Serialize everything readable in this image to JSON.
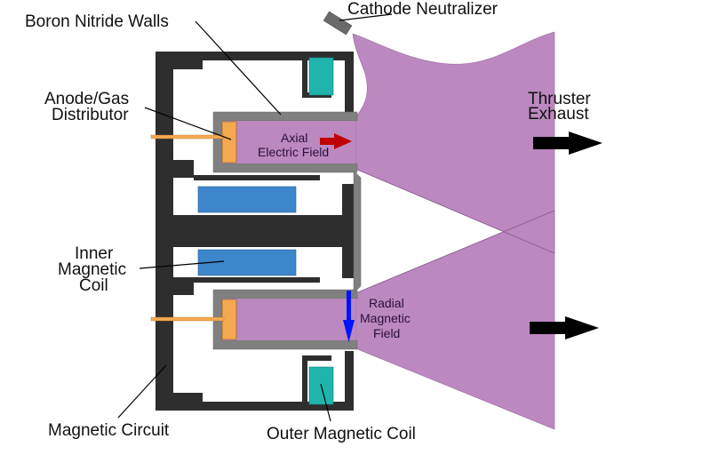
{
  "title": "Hall Effect Thruster Cross-Section",
  "colors": {
    "plasma": "#bb88bf",
    "magnetic_circuit": "#2e2e2e",
    "boron_nitride": "#808080",
    "anode": "#f5a94f",
    "outer_coil": "#1fb5ad",
    "inner_coil": "#3d86cc",
    "electric_field_arrow": "#c00000",
    "magnetic_field_arrow": "#0014ff",
    "exhaust_arrow": "#000000"
  },
  "labels": {
    "cathode_neutralizer": "Cathode Neutralizer",
    "boron_nitride_walls": "Boron Nitride Walls",
    "anode_gas_distributor_line1": "Anode/Gas",
    "anode_gas_distributor_line2": "Distributor",
    "axial_electric_field_line1": "Axial",
    "axial_electric_field_line2": "Electric Field",
    "thruster_exhaust_line1": "Thruster",
    "thruster_exhaust_line2": "Exhaust",
    "inner_magnetic_coil_line1": "Inner",
    "inner_magnetic_coil_line2": "Magnetic",
    "inner_magnetic_coil_line3": "Coil",
    "radial_magnetic_field_line1": "Radial",
    "radial_magnetic_field_line2": "Magnetic",
    "radial_magnetic_field_line3": "Field",
    "magnetic_circuit": "Magnetic Circuit",
    "outer_magnetic_coil": "Outer Magnetic Coil"
  }
}
